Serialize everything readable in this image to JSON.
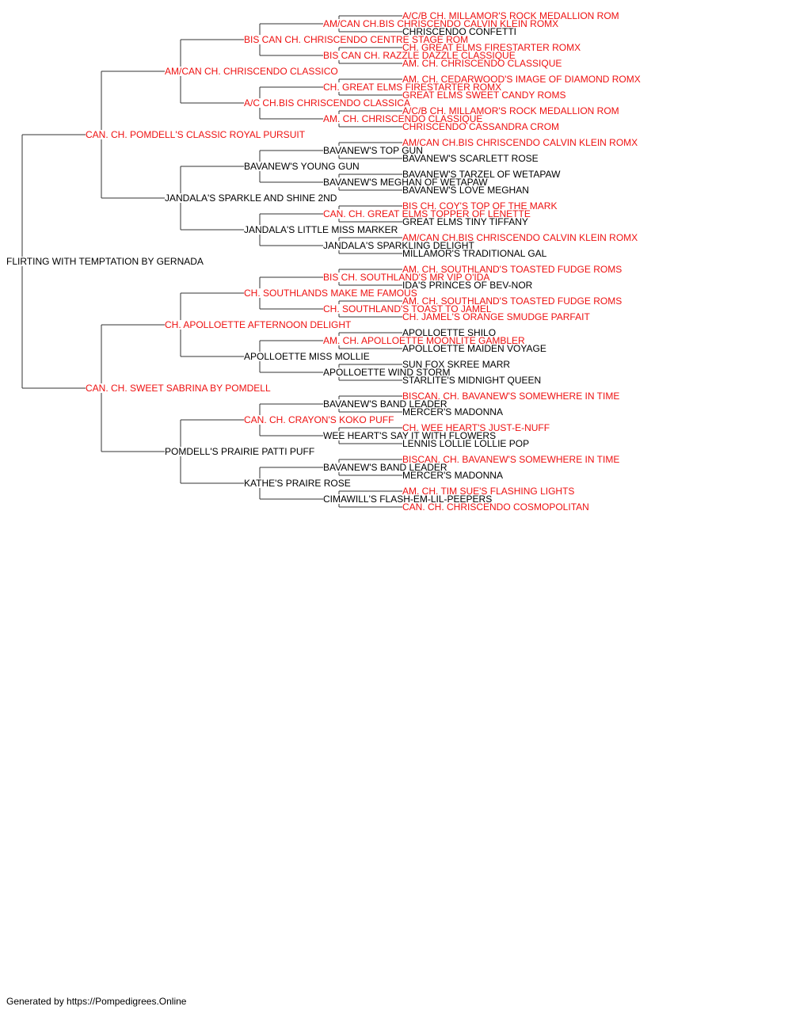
{
  "colors": {
    "champion": "#ee1111",
    "regular": "#000000",
    "lines": "#333333"
  },
  "footer": "Generated by https://Pompedigrees.Online",
  "pedigree": {
    "name": "FLIRTING WITH TEMPTATION BY GERNADA",
    "champion": false,
    "sire": {
      "name": "CAN. CH. POMDELL'S CLASSIC ROYAL PURSUIT",
      "champion": true,
      "sire": {
        "name": "AM/CAN CH. CHRISCENDO CLASSICO",
        "champion": true,
        "sire": {
          "name": "BIS CAN CH. CHRISCENDO CENTRE STAGE ROM",
          "champion": true,
          "sire": {
            "name": "AM/CAN CH.BIS CHRISCENDO CALVIN KLEIN ROMX",
            "champion": true,
            "sire": {
              "name": "A/C/B CH. MILLAMOR'S ROCK MEDALLION ROM",
              "champion": true
            },
            "dam": {
              "name": "CHRISCENDO CONFETTI",
              "champion": false
            }
          },
          "dam": {
            "name": "BIS CAN CH. RAZZLE DAZZLE CLASSIQUE",
            "champion": true,
            "sire": {
              "name": "CH. GREAT ELMS FIRESTARTER ROMX",
              "champion": true
            },
            "dam": {
              "name": "AM. CH. CHRISCENDO CLASSIQUE",
              "champion": true
            }
          }
        },
        "dam": {
          "name": "A/C CH.BIS CHRISCENDO CLASSICA",
          "champion": true,
          "sire": {
            "name": "CH. GREAT ELMS FIRESTARTER ROMX",
            "champion": true,
            "sire": {
              "name": "AM. CH. CEDARWOOD'S IMAGE OF DIAMOND ROMX",
              "champion": true
            },
            "dam": {
              "name": "GREAT ELMS SWEET CANDY ROMS",
              "champion": true
            }
          },
          "dam": {
            "name": "AM. CH. CHRISCENDO CLASSIQUE",
            "champion": true,
            "sire": {
              "name": "A/C/B CH. MILLAMOR'S ROCK MEDALLION ROM",
              "champion": true
            },
            "dam": {
              "name": "CHRISCENDO CASSANDRA CROM",
              "champion": true
            }
          }
        }
      },
      "dam": {
        "name": "JANDALA'S SPARKLE AND SHINE 2ND",
        "champion": false,
        "sire": {
          "name": "BAVANEW'S YOUNG GUN",
          "champion": false,
          "sire": {
            "name": "BAVANEW'S TOP GUN",
            "champion": false,
            "sire": {
              "name": "AM/CAN CH.BIS CHRISCENDO CALVIN KLEIN ROMX",
              "champion": true
            },
            "dam": {
              "name": "BAVANEW'S SCARLETT ROSE",
              "champion": false
            }
          },
          "dam": {
            "name": "BAVANEW'S MEGHAN OF WETAPAW",
            "champion": false,
            "sire": {
              "name": "BAVANEW'S TARZEL OF WETAPAW",
              "champion": false
            },
            "dam": {
              "name": "BAVANEW'S LOVE MEGHAN",
              "champion": false
            }
          }
        },
        "dam": {
          "name": "JANDALA'S LITTLE MISS MARKER",
          "champion": false,
          "sire": {
            "name": "CAN. CH. GREAT ELMS TOPPER OF LENETTE",
            "champion": true,
            "sire": {
              "name": "BIS CH. COY'S TOP OF THE MARK",
              "champion": true
            },
            "dam": {
              "name": "GREAT ELMS TINY TIFFANY",
              "champion": false
            }
          },
          "dam": {
            "name": "JANDALA'S SPARKLING DELIGHT",
            "champion": false,
            "sire": {
              "name": "AM/CAN CH.BIS CHRISCENDO CALVIN KLEIN ROMX",
              "champion": true
            },
            "dam": {
              "name": "MILLAMOR'S TRADITIONAL GAL",
              "champion": false
            }
          }
        }
      }
    },
    "dam": {
      "name": "CAN. CH. SWEET SABRINA BY POMDELL",
      "champion": true,
      "sire": {
        "name": "CH. APOLLOETTE AFTERNOON DELIGHT",
        "champion": true,
        "sire": {
          "name": "CH. SOUTHLANDS MAKE ME FAMOUS",
          "champion": true,
          "sire": {
            "name": "BIS CH. SOUTHLAND'S MR VIP O'IDA",
            "champion": true,
            "sire": {
              "name": "AM. CH. SOUTHLAND'S TOASTED FUDGE ROMS",
              "champion": true
            },
            "dam": {
              "name": "IDA'S PRINCES OF BEV-NOR",
              "champion": false
            }
          },
          "dam": {
            "name": "CH. SOUTHLAND'S TOAST TO JAMEL",
            "champion": true,
            "sire": {
              "name": "AM. CH. SOUTHLAND'S TOASTED FUDGE ROMS",
              "champion": true
            },
            "dam": {
              "name": "CH. JAMEL'S ORANGE SMUDGE PARFAIT",
              "champion": true
            }
          }
        },
        "dam": {
          "name": "APOLLOETTE MISS MOLLIE",
          "champion": false,
          "sire": {
            "name": "AM. CH. APOLLOETTE MOONLITE GAMBLER",
            "champion": true,
            "sire": {
              "name": "APOLLOETTE SHILO",
              "champion": false
            },
            "dam": {
              "name": "APOLLOETTE MAIDEN VOYAGE",
              "champion": false
            }
          },
          "dam": {
            "name": "APOLLOETTE WIND STORM",
            "champion": false,
            "sire": {
              "name": "SUN FOX SKREE MARR",
              "champion": false
            },
            "dam": {
              "name": "STARLITE'S MIDNIGHT QUEEN",
              "champion": false
            }
          }
        }
      },
      "dam": {
        "name": "POMDELL'S PRAIRIE PATTI PUFF",
        "champion": false,
        "sire": {
          "name": "CAN. CH. CRAYON'S KOKO PUFF",
          "champion": true,
          "sire": {
            "name": "BAVANEW'S BAND LEADER",
            "champion": false,
            "sire": {
              "name": "BISCAN. CH. BAVANEW'S SOMEWHERE IN TIME",
              "champion": true
            },
            "dam": {
              "name": "MERCER'S MADONNA",
              "champion": false
            }
          },
          "dam": {
            "name": "WEE HEART'S SAY IT WITH FLOWERS",
            "champion": false,
            "sire": {
              "name": "CH. WEE HEART'S JUST-E-NUFF",
              "champion": true
            },
            "dam": {
              "name": "LENNIS LOLLIE LOLLIE POP",
              "champion": false
            }
          }
        },
        "dam": {
          "name": "KATHE'S PRAIRE ROSE",
          "champion": false,
          "sire": {
            "name": "BAVANEW'S BAND LEADER",
            "champion": false,
            "sire": {
              "name": "BISCAN. CH. BAVANEW'S SOMEWHERE IN TIME",
              "champion": true
            },
            "dam": {
              "name": "MERCER'S MADONNA",
              "champion": false
            }
          },
          "dam": {
            "name": "CIMAWILL'S FLASH-EM-LIL-PEEPERS",
            "champion": false,
            "sire": {
              "name": "AM. CH. TIM SUE'S FLASHING LIGHTS",
              "champion": true
            },
            "dam": {
              "name": "CAN. CH. CHRISCENDO COSMOPOLITAN",
              "champion": true
            }
          }
        }
      }
    }
  }
}
